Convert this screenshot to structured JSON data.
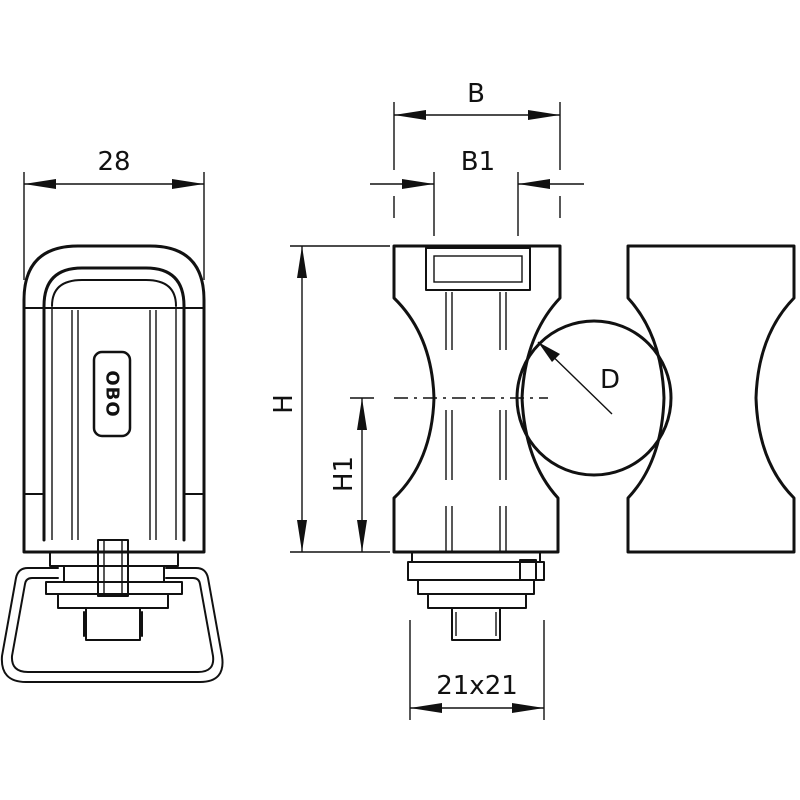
{
  "drawing": {
    "logo_text": "OBO",
    "dimensions": {
      "width_28": "28",
      "width_B": "B",
      "width_B1": "B1",
      "height_H": "H",
      "height_H1": "H1",
      "diameter_D": "D",
      "base_21x21": "21x21"
    }
  }
}
